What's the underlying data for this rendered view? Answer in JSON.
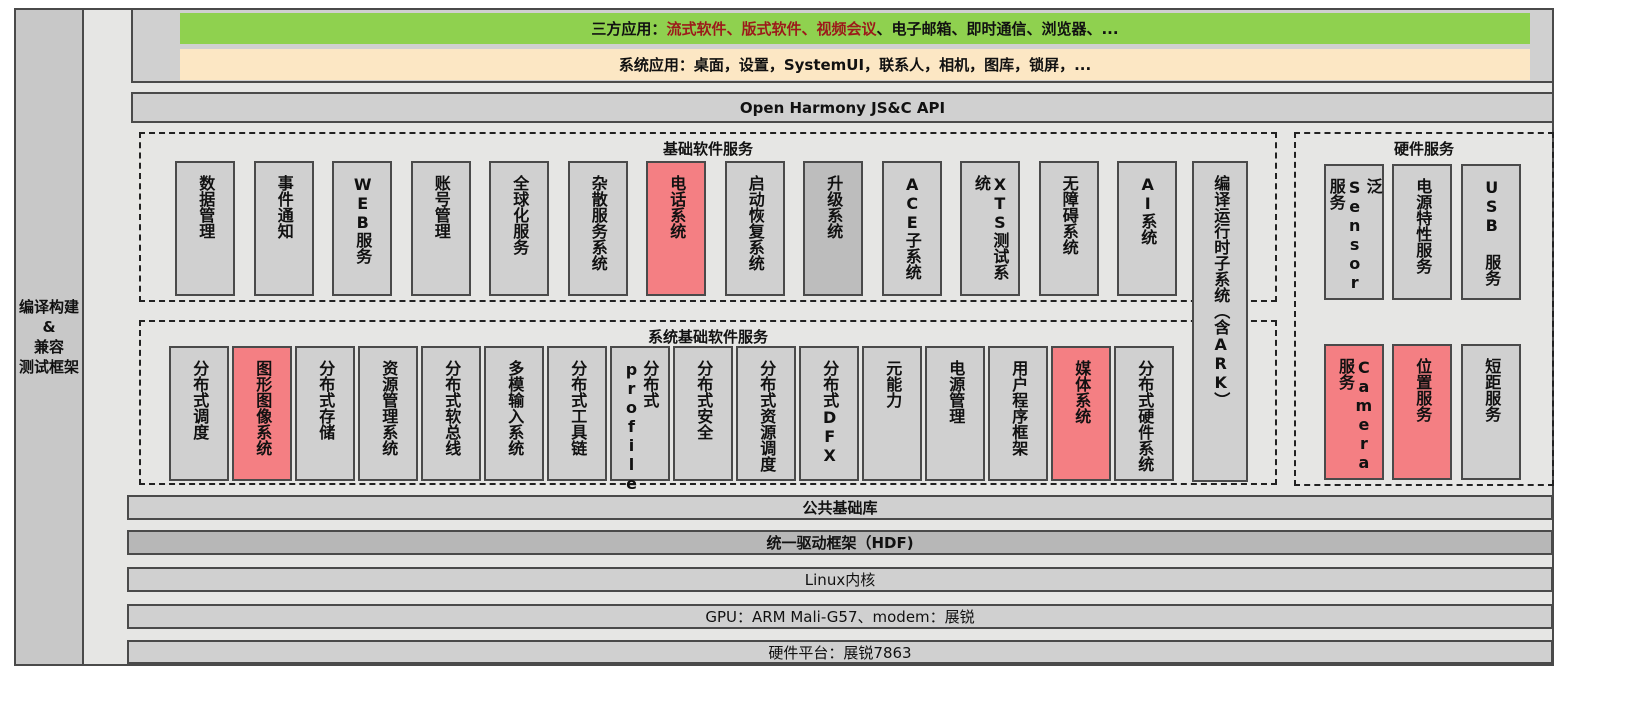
{
  "side_label": "编译构建\n&\n兼容\n测试框架",
  "apps": {
    "third_party_prefix": "三方应用：",
    "third_party_highlight": "流式软件、版式软件、视频会议",
    "third_party_rest": "、电子邮箱、即时通信、浏览器、...",
    "system_apps": "系统应用：桌面，设置，SystemUI，联系人，相机，图库，锁屏，..."
  },
  "api_bar": "Open Harmony JS&C API",
  "basic_services": {
    "title": "基础软件服务",
    "items": [
      {
        "label": "数据管理",
        "color": "gray"
      },
      {
        "label": "事件通知",
        "color": "gray"
      },
      {
        "label": "WEB服务",
        "color": "gray"
      },
      {
        "label": "账号管理",
        "color": "gray"
      },
      {
        "label": "全球化服务",
        "color": "gray"
      },
      {
        "label": "杂散服务系统",
        "color": "gray"
      },
      {
        "label": "电话系统",
        "color": "red"
      },
      {
        "label": "启动恢复系统",
        "color": "gray"
      },
      {
        "label": "升级系统",
        "color": "dark"
      },
      {
        "label": "ACE子系统",
        "color": "gray"
      },
      {
        "label": "XTS测试系统",
        "color": "gray"
      },
      {
        "label": "无障碍系统",
        "color": "gray"
      },
      {
        "label": "AI系统",
        "color": "gray"
      }
    ]
  },
  "compile_runtime": "编译运行时子系统（含ARK）",
  "system_basic_services": {
    "title": "系统基础软件服务",
    "items": [
      {
        "label": "分布式调度",
        "color": "gray"
      },
      {
        "label": "图形图像系统",
        "color": "red"
      },
      {
        "label": "分布式存储",
        "color": "gray"
      },
      {
        "label": "资源管理系统",
        "color": "gray"
      },
      {
        "label": "分布式软总线",
        "color": "gray"
      },
      {
        "label": "多模输入系统",
        "color": "gray"
      },
      {
        "label": "分布式工具链",
        "color": "gray"
      },
      {
        "label": "分布式profiler",
        "color": "gray"
      },
      {
        "label": "分布式安全",
        "color": "gray"
      },
      {
        "label": "分布式资源调度",
        "color": "gray"
      },
      {
        "label": "分布式DFX",
        "color": "gray"
      },
      {
        "label": "元能力",
        "color": "gray"
      },
      {
        "label": "电源管理",
        "color": "gray"
      },
      {
        "label": "用户程序框架",
        "color": "gray"
      },
      {
        "label": "媒体系统",
        "color": "red"
      },
      {
        "label": "分布式硬件系统",
        "color": "gray"
      }
    ]
  },
  "hardware_services": {
    "title": "硬件服务",
    "top": [
      {
        "label": "泛 Sensor 服务",
        "color": "gray"
      },
      {
        "label": "电源特性服务",
        "color": "gray"
      },
      {
        "label": "USB 服务",
        "color": "gray"
      }
    ],
    "bottom": [
      {
        "label": "Camera 服务",
        "color": "red"
      },
      {
        "label": "位置服务",
        "color": "red"
      },
      {
        "label": "短距服务",
        "color": "gray"
      }
    ]
  },
  "bottom_layers": [
    {
      "label": "公共基础库",
      "bold": true,
      "shade": "gray"
    },
    {
      "label": "统一驱动框架（HDF)",
      "bold": true,
      "shade": "dark"
    },
    {
      "label": "Linux内核",
      "bold": false,
      "shade": "gray"
    },
    {
      "label": "GPU：ARM Mali-G57、modem：展锐",
      "bold": false,
      "shade": "gray"
    },
    {
      "label": "硬件平台：展锐7863",
      "bold": false,
      "shade": "gray"
    }
  ]
}
